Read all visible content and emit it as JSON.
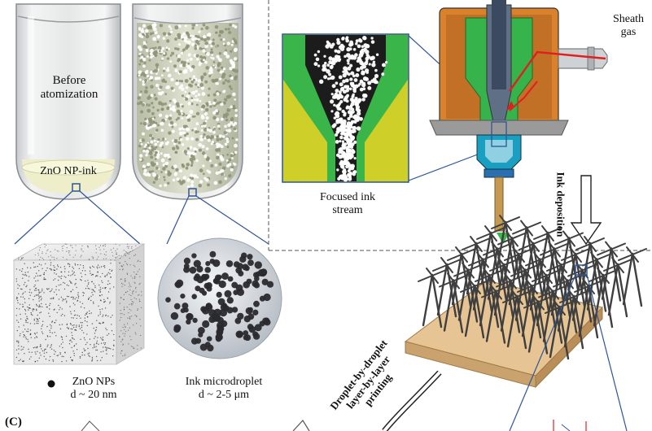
{
  "labels": {
    "before_line1": "Before",
    "before_line2": "atomization",
    "np_ink": "ZnO NP-ink",
    "focused_line1": "Focused ink",
    "focused_line2": "stream",
    "sheath_line1": "Sheath",
    "sheath_line2": "gas",
    "ink_deposition": "Ink deposition",
    "zno_nps_line1": "ZnO NPs",
    "zno_nps_line2": "d ~ 20 nm",
    "microdroplet_line1": "Ink microdroplet",
    "microdroplet_line2": "d ~ 2-5 μm",
    "printing_line1": "Droplet-by-droplet",
    "printing_line2": "layer-by-layer",
    "printing_line3": "printing",
    "panel_c": "(C)"
  },
  "colors": {
    "outline_blue": "#2f5597",
    "zoom_funnel_green": "#3ab54a",
    "zoom_funnel_yellow": "#cfcf2a",
    "nozzle_orange": "#d9822b",
    "nozzle_green": "#36b34a",
    "nozzle_teal": "#1a9fc0",
    "sheath_red": "#e02020",
    "substrate": "#e6c493",
    "lattice": "#4a4a4a"
  },
  "icons": [
    "dot-icon",
    "arrow-down-icon"
  ]
}
